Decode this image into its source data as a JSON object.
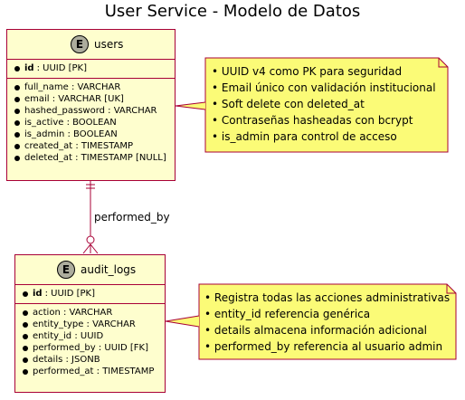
{
  "title": "User Service - Modelo de Datos",
  "colors": {
    "entity_fill": "#fefece",
    "entity_border": "#a80036",
    "badge_fill": "#adad9d",
    "note_fill": "#fbfb77"
  },
  "entities": [
    {
      "badge": "E",
      "name": "users",
      "pk": {
        "name": "id",
        "type": ": UUID [PK]"
      },
      "attributes": [
        "full_name : VARCHAR",
        "email : VARCHAR [UK]",
        "hashed_password : VARCHAR",
        "is_active : BOOLEAN",
        "is_admin : BOOLEAN",
        "created_at : TIMESTAMP",
        "deleted_at : TIMESTAMP [NULL]"
      ]
    },
    {
      "badge": "E",
      "name": "audit_logs",
      "pk": {
        "name": "id",
        "type": ": UUID [PK]"
      },
      "attributes": [
        "action : VARCHAR",
        "entity_type : VARCHAR",
        "entity_id : UUID",
        "performed_by : UUID [FK]",
        "details : JSONB",
        "performed_at : TIMESTAMP"
      ]
    }
  ],
  "relationship": {
    "label": "performed_by"
  },
  "notes": [
    {
      "lines": [
        "• UUID v4 como PK para seguridad",
        "• Email único con validación institucional",
        "• Soft delete con deleted_at",
        "• Contraseñas hasheadas con bcrypt",
        "• is_admin para control de acceso"
      ]
    },
    {
      "lines": [
        "• Registra todas las acciones administrativas",
        "• entity_id referencia genérica",
        "• details almacena información adicional",
        "• performed_by referencia al usuario admin"
      ]
    }
  ]
}
